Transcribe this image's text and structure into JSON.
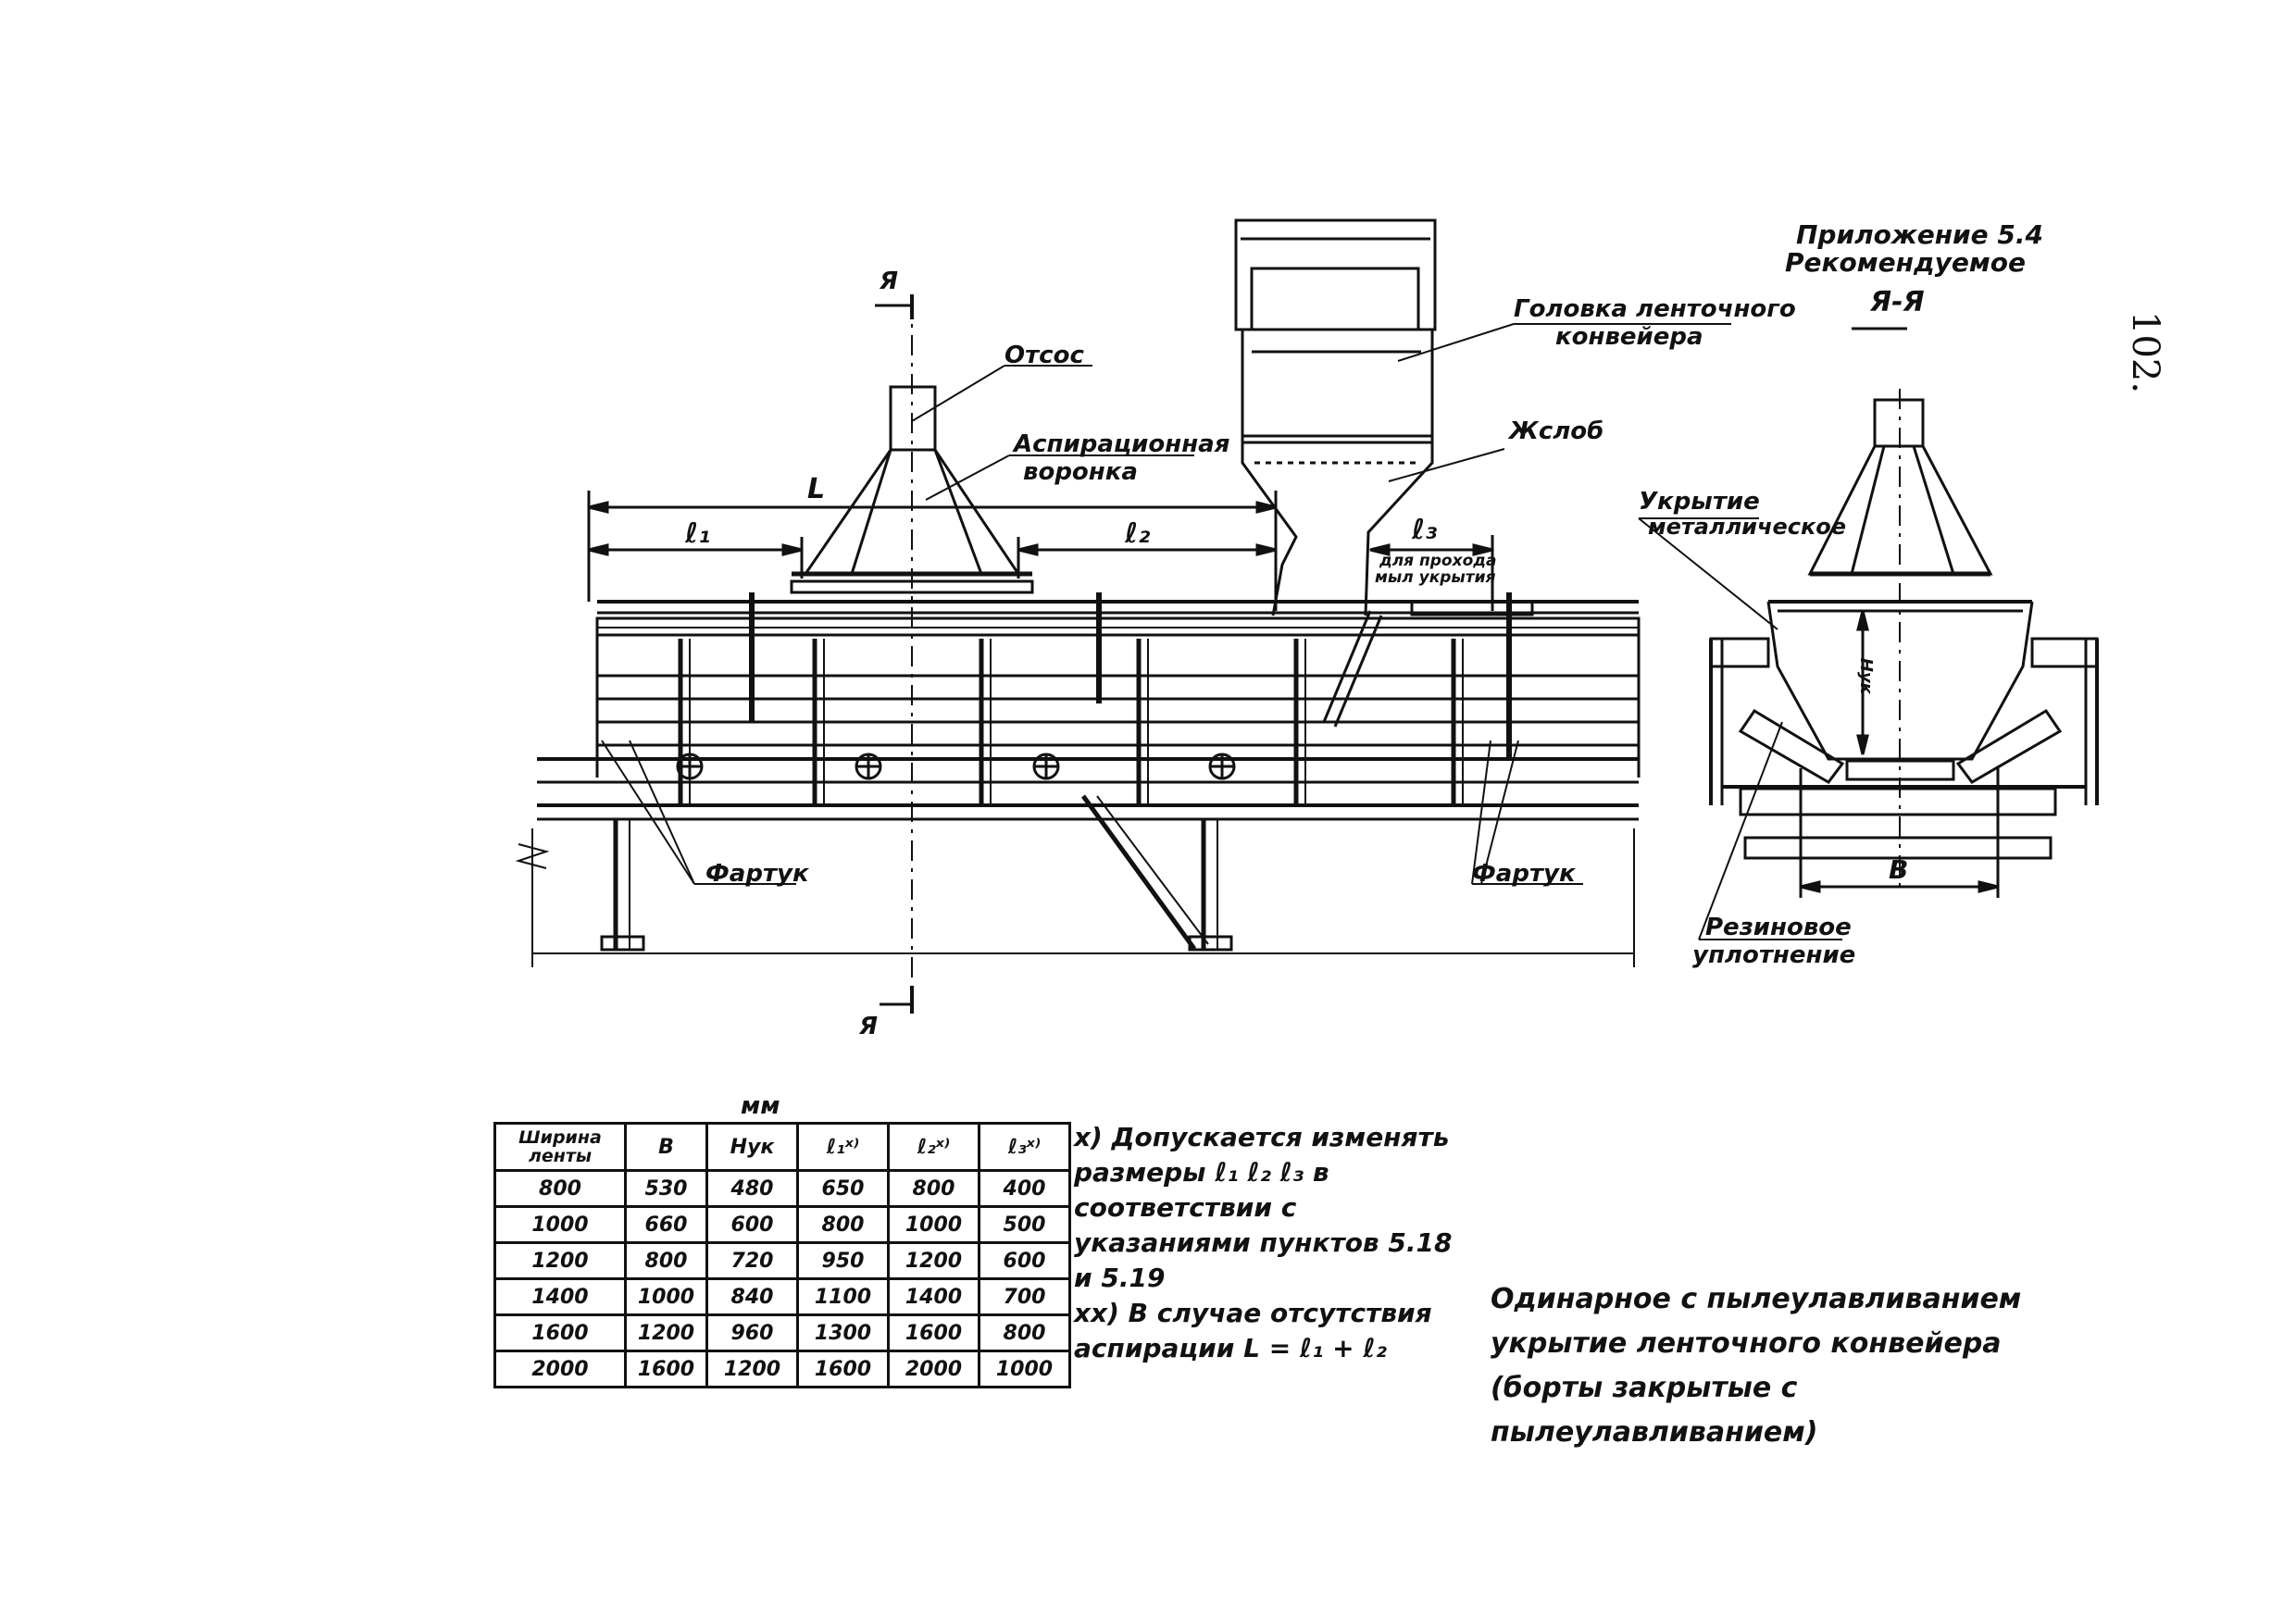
{
  "page_number": "102.",
  "header": {
    "line1": "Приложение 5.4",
    "line2": "Рекомендуемое"
  },
  "section_label": "Я-Я",
  "labels": {
    "otsos": "Отсос",
    "aspiration_funnel_1": "Аспирационная",
    "aspiration_funnel_2": "воронка",
    "head_1": "Головка ленточного",
    "head_2": "конвейера",
    "chute": "Жслоб",
    "cover_1": "Укрытие",
    "cover_2": "металлическое",
    "apron_left": "Фартук",
    "apron_right": "Фартук",
    "rubber_1": "Резиновое",
    "rubber_2": "уплотнение",
    "passage_1": "для прохода",
    "passage_2": "мыл укрытия",
    "dim_L": "L",
    "dim_l1": "ℓ₁",
    "dim_l2": "ℓ₂",
    "dim_l3": "ℓ₃",
    "dim_H": "Hук",
    "dim_B": "В",
    "section_mark_top": "Я",
    "section_mark_bottom": "Я"
  },
  "table": {
    "unit": "мм",
    "headers": [
      "Ширина ленты",
      "В",
      "Нук",
      "ℓ₁ˣ⁾",
      "ℓ₂ˣ⁾",
      "ℓ₃ˣ⁾"
    ],
    "rows": [
      [
        "800",
        "530",
        "480",
        "650",
        "800",
        "400"
      ],
      [
        "1000",
        "660",
        "600",
        "800",
        "1000",
        "500"
      ],
      [
        "1200",
        "800",
        "720",
        "950",
        "1200",
        "600"
      ],
      [
        "1400",
        "1000",
        "840",
        "1100",
        "1400",
        "700"
      ],
      [
        "1600",
        "1200",
        "960",
        "1300",
        "1600",
        "800"
      ],
      [
        "2000",
        "1600",
        "1200",
        "1600",
        "2000",
        "1000"
      ]
    ]
  },
  "notes": {
    "n1": "х) Допускается изменять размеры ℓ₁ ℓ₂ ℓ₃ в соответствии с указаниями пунктов 5.18 и 5.19",
    "n2": "хх) В случае отсутствия аспирации L = ℓ₁ + ℓ₂"
  },
  "caption": "Одинарное с пылеулавливанием укрытие ленточного конвейера (борты закрытые с пылеулавливанием)"
}
